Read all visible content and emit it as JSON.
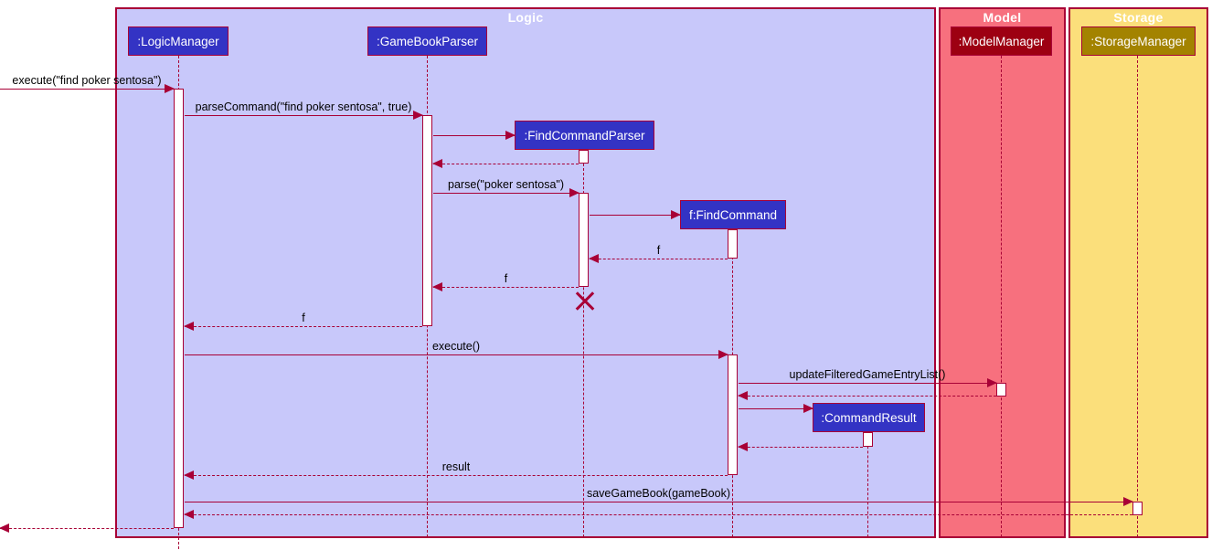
{
  "colors": {
    "line": "#A80036",
    "logic_bg": "#C8C8FA",
    "model_bg": "#F7707E",
    "storage_bg": "#FBDF7B",
    "logic_box": "#3333C4",
    "model_box": "#9D0012",
    "storage_box": "#A38300"
  },
  "frames": {
    "logic": {
      "title": "Logic"
    },
    "model": {
      "title": "Model"
    },
    "storage": {
      "title": "Storage"
    }
  },
  "participants": {
    "logic_manager": {
      "label": ":LogicManager"
    },
    "game_book_parser": {
      "label": ":GameBookParser"
    },
    "find_command_parser": {
      "label": ":FindCommandParser"
    },
    "find_command": {
      "label": "f:FindCommand"
    },
    "command_result": {
      "label": ":CommandResult"
    },
    "model_manager": {
      "label": ":ModelManager"
    },
    "storage_manager": {
      "label": ":StorageManager"
    }
  },
  "messages": {
    "execute_request": {
      "label": "execute(\"find poker sentosa\")"
    },
    "parse_command": {
      "label": "parseCommand(\"find poker sentosa\", true)"
    },
    "parse": {
      "label": "parse(\"poker sentosa\")"
    },
    "return_f_to_parser": {
      "label": "f"
    },
    "return_f_to_gamebookparser": {
      "label": "f"
    },
    "return_f_to_logicmanager": {
      "label": "f"
    },
    "execute_command": {
      "label": "execute()"
    },
    "update_filtered_list": {
      "label": "updateFilteredGameEntryList()"
    },
    "result": {
      "label": "result"
    },
    "save_game_book": {
      "label": "saveGameBook(gameBook)"
    }
  }
}
